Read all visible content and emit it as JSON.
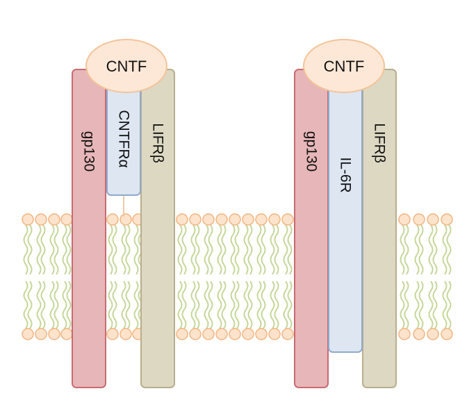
{
  "diagram": {
    "title": "",
    "colors": {
      "gp130_fill": "#e7b6b8",
      "gp130_stroke": "#c76b71",
      "lifr_fill": "#ddd8c2",
      "lifr_stroke": "#b7ae8c",
      "alpha_fill": "#dde6f1",
      "alpha_stroke": "#8fa9cc",
      "cntf_fill": "#fde8d7",
      "cntf_stroke": "#f4c398",
      "lipid_head_fill": "#fde3cc",
      "lipid_head_stroke": "#f3b47f",
      "lipid_tail": "#c5d79a",
      "linker": "#f3c8a6"
    },
    "complex_left": {
      "ligand": "CNTF",
      "receptor_a": "gp130",
      "receptor_alpha": "CNTFRα",
      "receptor_b": "LIFRβ"
    },
    "complex_right": {
      "ligand": "CNTF",
      "receptor_a": "gp130",
      "receptor_alpha": "IL-6R",
      "receptor_b": "LIFRβ"
    }
  }
}
